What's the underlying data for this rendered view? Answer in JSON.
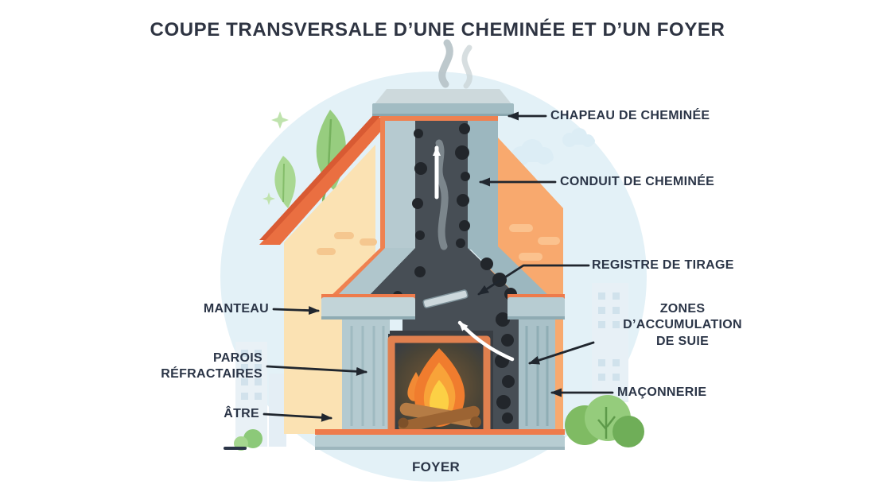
{
  "title": "COUPE TRANSVERSALE D’UNE CHEMINÉE ET D’UN FOYER",
  "labels": {
    "chapeau": "CHAPEAU DE CHEMINÉE",
    "conduit": "CONDUIT DE CHEMINÉE",
    "registre": "REGISTRE DE TIRAGE",
    "zones": "ZONES\nD’ACCUMULATION\nDE SUIE",
    "maconnerie": "MAÇONNERIE",
    "manteau": "MANTEAU",
    "parois": "PAROIS\nRÉFRACTAIRES",
    "atre": "ÂTRE",
    "foyer": "FOYER"
  },
  "colors": {
    "background": "#ffffff",
    "blob_blue": "#e3f1f7",
    "roof_orange": "#ea6f41",
    "wall_left_peach": "#fbe2b3",
    "wall_right_salmon": "#f8a96e",
    "chimney_teal_light": "#b6cad0",
    "chimney_teal_dark": "#9cb7bf",
    "accent_orange": "#ef8150",
    "flue_dark": "#474e55",
    "soot_black": "#22262b",
    "flame_outer": "#f07c2e",
    "flame_mid": "#f8a339",
    "flame_inner": "#fcd045",
    "log_brown": "#b57c45",
    "leaf_green": "#8cc979",
    "label_text": "#2b3547",
    "arrow_black": "#20262e"
  }
}
